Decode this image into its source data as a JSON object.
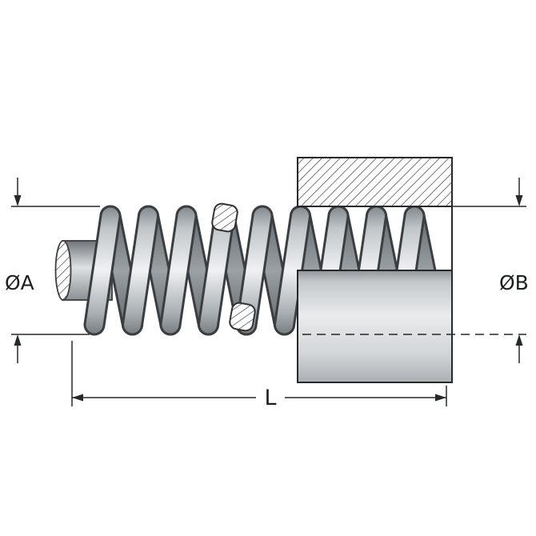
{
  "figure": {
    "type": "technical-drawing-section-view",
    "labels": {
      "diameter_a": "ØA",
      "diameter_b": "ØB",
      "length": "L"
    },
    "colors": {
      "background": "#ffffff",
      "line": "#26282a",
      "metal_light": "#f0f1f2",
      "metal_mid": "#b9bec2",
      "metal_dark": "#6f7478"
    }
  }
}
